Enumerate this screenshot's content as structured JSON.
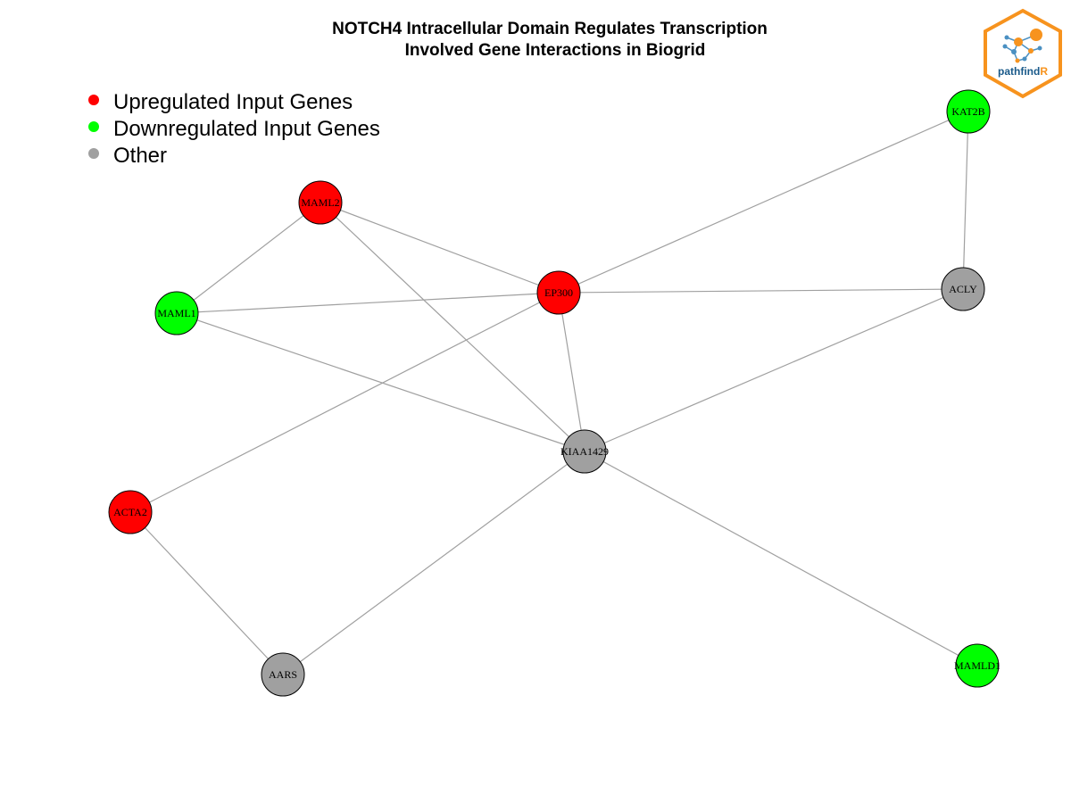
{
  "title": {
    "line1": "NOTCH4 Intracellular Domain Regulates Transcription",
    "line2": "Involved Gene Interactions in Biogrid"
  },
  "legend": [
    {
      "label": "Upregulated Input Genes",
      "color": "#ff0000"
    },
    {
      "label": "Downregulated Input Genes",
      "color": "#00ff00"
    },
    {
      "label": "Other",
      "color": "#a0a0a0"
    }
  ],
  "logo": {
    "text_main": "pathfind",
    "text_accent": "R",
    "border_color": "#f7931e",
    "text_color": "#1a5a8a"
  },
  "colors": {
    "up": "#ff0000",
    "down": "#00ff00",
    "other": "#a0a0a0",
    "edge": "#a0a0a0"
  },
  "nodes": [
    {
      "id": "MAML2",
      "type": "up"
    },
    {
      "id": "EP300",
      "type": "up"
    },
    {
      "id": "ACTA2",
      "type": "up"
    },
    {
      "id": "MAML1",
      "type": "down"
    },
    {
      "id": "KAT2B",
      "type": "down"
    },
    {
      "id": "MAMLD1",
      "type": "down"
    },
    {
      "id": "ACLY",
      "type": "other"
    },
    {
      "id": "KIAA1429",
      "type": "other"
    },
    {
      "id": "AARS",
      "type": "other"
    }
  ],
  "edges": [
    [
      "MAML2",
      "MAML1"
    ],
    [
      "MAML2",
      "EP300"
    ],
    [
      "MAML2",
      "KIAA1429"
    ],
    [
      "MAML1",
      "EP300"
    ],
    [
      "MAML1",
      "KIAA1429"
    ],
    [
      "EP300",
      "KAT2B"
    ],
    [
      "EP300",
      "ACLY"
    ],
    [
      "EP300",
      "KIAA1429"
    ],
    [
      "EP300",
      "ACTA2"
    ],
    [
      "KAT2B",
      "ACLY"
    ],
    [
      "ACLY",
      "KIAA1429"
    ],
    [
      "KIAA1429",
      "AARS"
    ],
    [
      "KIAA1429",
      "MAMLD1"
    ],
    [
      "ACTA2",
      "AARS"
    ]
  ]
}
